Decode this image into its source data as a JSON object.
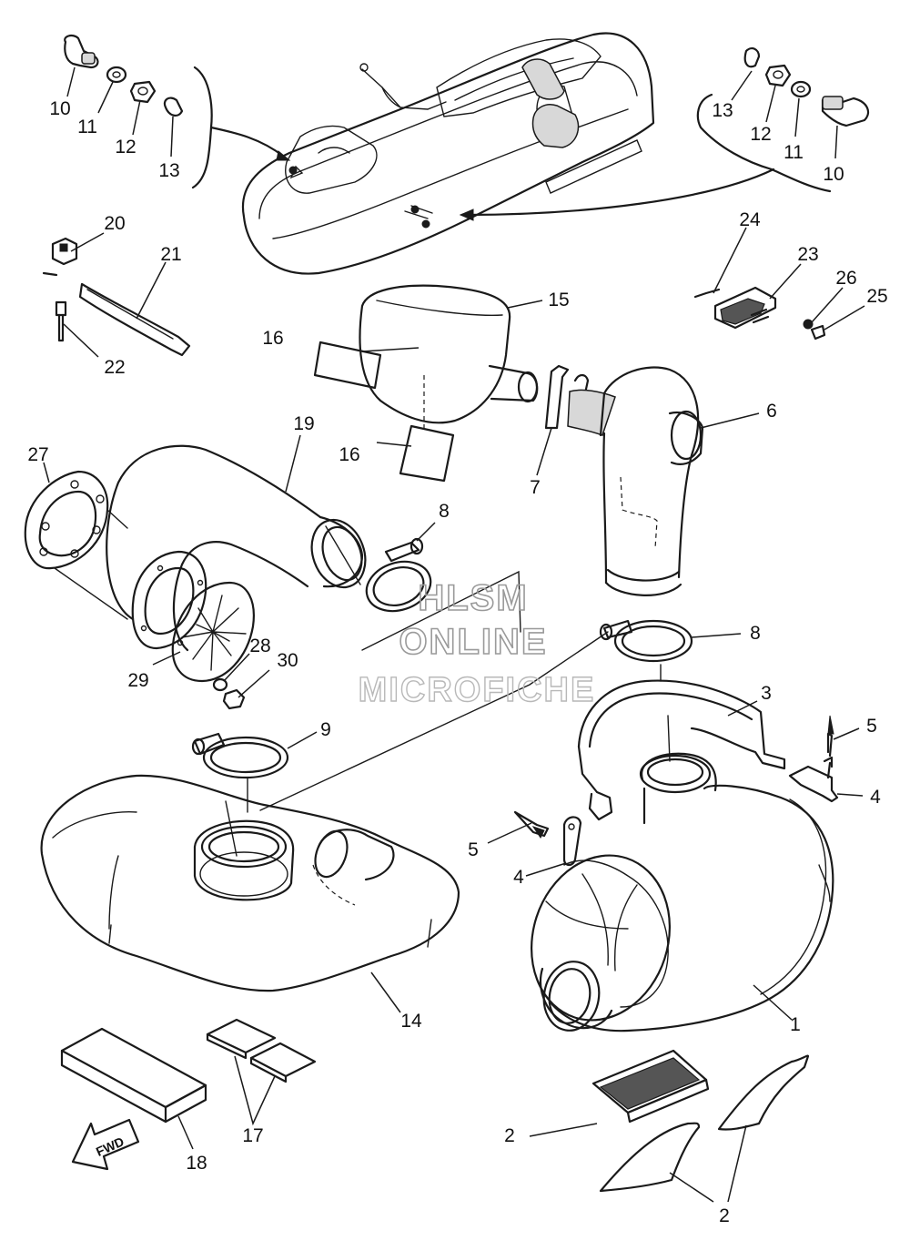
{
  "watermark": {
    "line1": "HLSM",
    "line2": "ONLINE",
    "line3": "MICROFICHE"
  },
  "direction_arrow": {
    "label": "FWD",
    "icon": "fwd-arrow-icon"
  },
  "callouts": {
    "c1": "1",
    "c2a": "2",
    "c2b": "2",
    "c3": "3",
    "c4a": "4",
    "c4b": "4",
    "c5a": "5",
    "c5b": "5",
    "c6": "6",
    "c7": "7",
    "c8a": "8",
    "c8b": "8",
    "c9": "9",
    "c10a": "10",
    "c10b": "10",
    "c11a": "11",
    "c11b": "11",
    "c12a": "12",
    "c12b": "12",
    "c13a": "13",
    "c13b": "13",
    "c14": "14",
    "c15": "15",
    "c16a": "16",
    "c16b": "16",
    "c17": "17",
    "c18": "18",
    "c19": "19",
    "c20": "20",
    "c21": "21",
    "c22": "22",
    "c23": "23",
    "c24": "24",
    "c25": "25",
    "c26": "26",
    "c27": "27",
    "c28": "28",
    "c29": "29",
    "c30": "30"
  },
  "icons": {
    "watercraft": "personal-watercraft-icon",
    "muffler": "muffler-icon",
    "water_lock": "water-lock-icon",
    "exhaust_pipe": "exhaust-pipe-icon",
    "clamp": "hose-clamp-icon"
  }
}
